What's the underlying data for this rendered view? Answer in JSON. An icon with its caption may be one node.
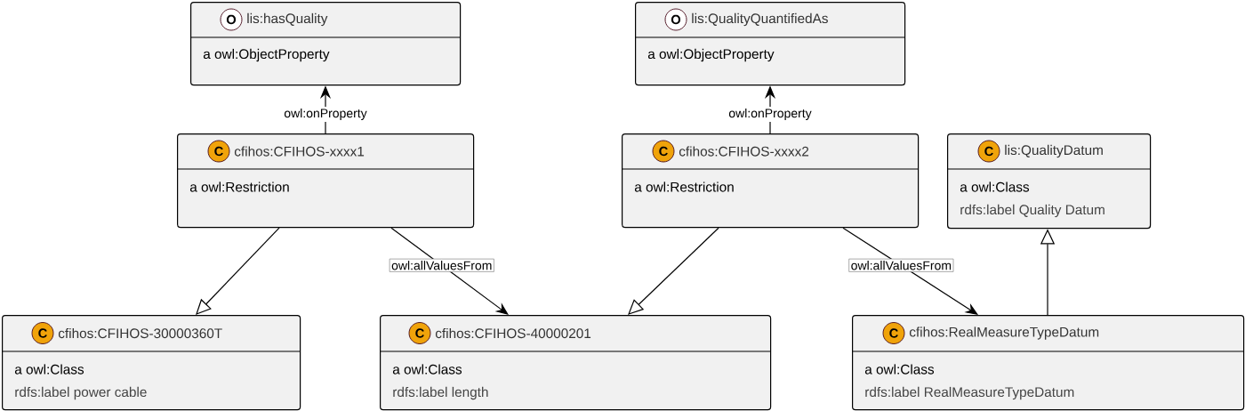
{
  "diagram": {
    "nodes": [
      {
        "text": [
          "O",
          "lis:hasQuality",
          "a owl:ObjectProperty"
        ]
      },
      {
        "text": [
          "O",
          "lis:QualityQuantifiedAs",
          "a owl:ObjectProperty"
        ]
      },
      {
        "text": [
          "C",
          "cfihos:CFIHOS-xxxx1",
          "a owl:Restriction"
        ]
      },
      {
        "text": [
          "C",
          "cfihos:CFIHOS-xxxx2",
          "a owl:Restriction"
        ]
      },
      {
        "text": [
          "C",
          "lis:QualityDatum",
          "a owl:Class",
          "rdfs:label Quality Datum"
        ]
      },
      {
        "text": [
          "C",
          "cfihos:CFIHOS-30000360T",
          "a owl:Class",
          "rdfs:label power cable"
        ]
      },
      {
        "text": [
          "C",
          "cfihos:CFIHOS-40000201",
          "a owl:Class",
          "rdfs:label length"
        ]
      },
      {
        "text": [
          "C",
          "cfihos:RealMeasureTypeDatum",
          "a owl:Class",
          "rdfs:label RealMeasureTypeDatum"
        ]
      }
    ],
    "edges": [
      {
        "from": 2,
        "to": 0,
        "arrow": "to",
        "label": "owl:onProperty"
      },
      {
        "from": 2,
        "to": 5,
        "arrow": "to"
      },
      {
        "from": 2,
        "to": 6,
        "arrow": "to",
        "label": "owl:allValuesFrom"
      },
      {
        "from": 3,
        "to": 1,
        "arrow": "to",
        "label": "owl:onProperty"
      },
      {
        "from": 3,
        "to": 6,
        "arrow": "to"
      },
      {
        "from": 3,
        "to": 7,
        "arrow": "to",
        "label": "owl:allValuesFrom"
      },
      {
        "from": 7,
        "to": 4,
        "arrow": "to"
      }
    ]
  }
}
